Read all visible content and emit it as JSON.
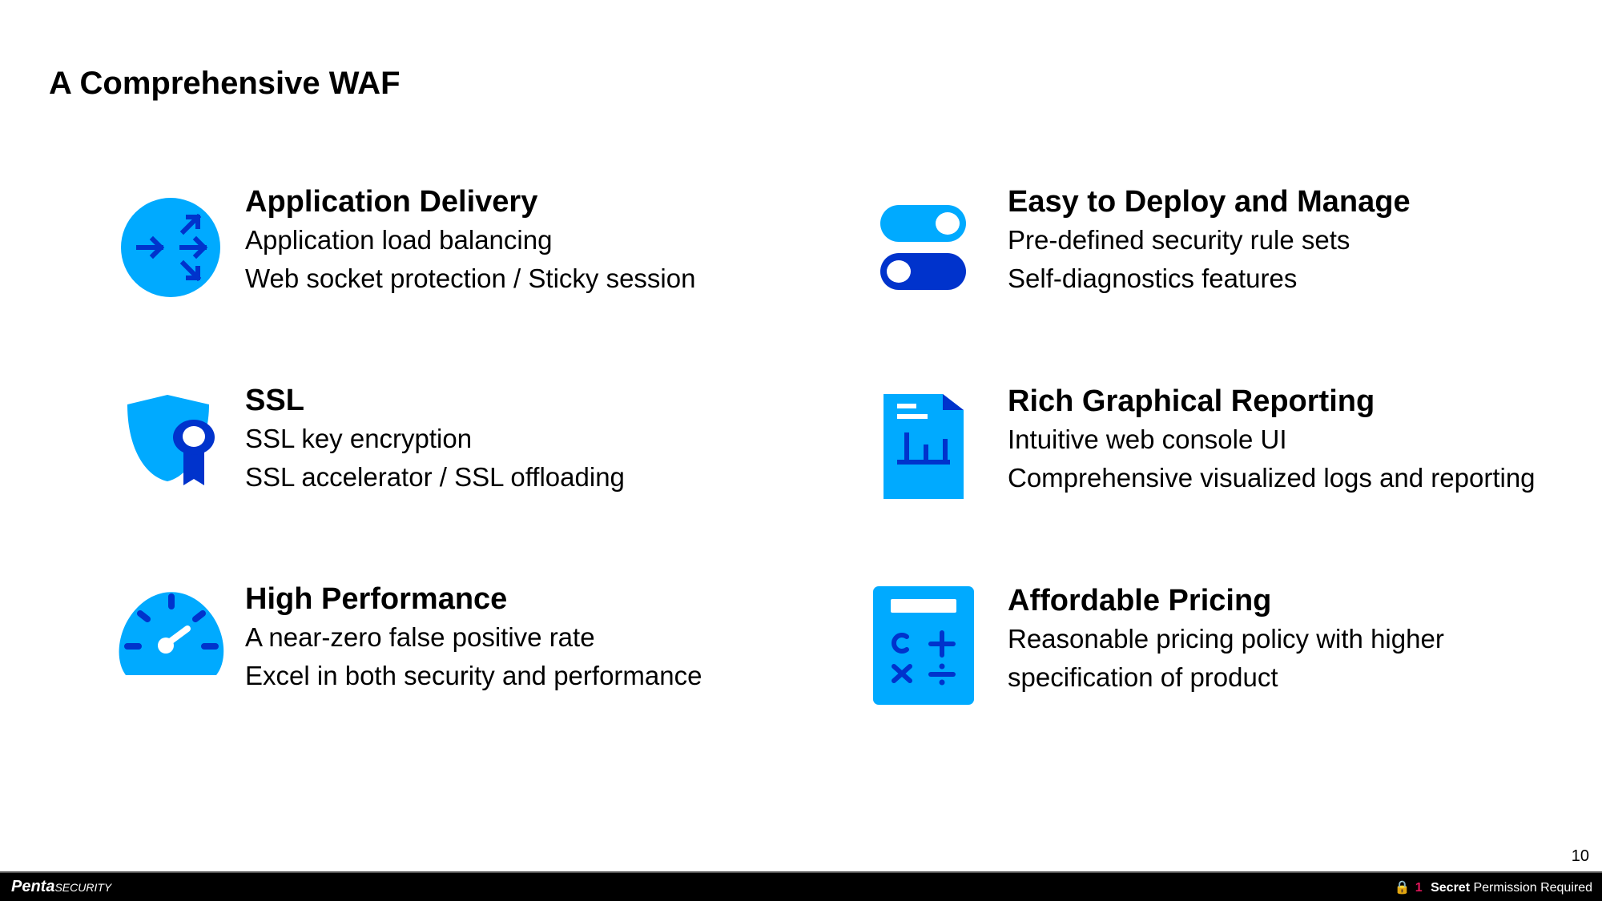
{
  "title": "A Comprehensive WAF",
  "features": [
    {
      "icon": "routing-arrows-icon",
      "heading": "Application Delivery",
      "lines": [
        "Application load balancing",
        "Web socket protection / Sticky session"
      ]
    },
    {
      "icon": "toggle-switches-icon",
      "heading": "Easy to Deploy and Manage",
      "lines": [
        "Pre-defined security rule sets",
        "Self-diagnostics features"
      ]
    },
    {
      "icon": "shield-ribbon-icon",
      "heading": "SSL",
      "lines": [
        "SSL key encryption",
        "SSL accelerator / SSL offloading"
      ]
    },
    {
      "icon": "report-document-icon",
      "heading": "Rich Graphical Reporting",
      "lines": [
        "Intuitive web console UI",
        "Comprehensive visualized logs and reporting"
      ]
    },
    {
      "icon": "speedometer-icon",
      "heading": "High Performance",
      "lines": [
        "A near-zero false positive rate",
        "Excel in both security and performance"
      ]
    },
    {
      "icon": "calculator-icon",
      "heading": "Affordable Pricing",
      "lines": [
        "Reasonable pricing policy with higher",
        "specification of product"
      ]
    }
  ],
  "page_number": "10",
  "footer": {
    "logo_bold": "Penta",
    "logo_light": "SECURITY",
    "classification_level": "1",
    "classification_label": "Secret",
    "classification_note": "Permission Required"
  },
  "colors": {
    "light_blue": "#00aaff",
    "dark_blue": "#0033cc"
  }
}
